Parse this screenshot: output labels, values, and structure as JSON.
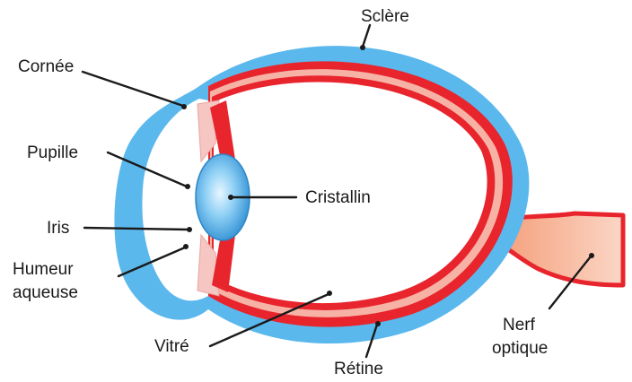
{
  "labels": {
    "sclere": "Sclère",
    "cornee": "Cornée",
    "pupille": "Pupille",
    "cristallin": "Cristallin",
    "iris": "Iris",
    "humeur_line1": "Humeur",
    "humeur_line2": "aqueuse",
    "vitre": "Vitré",
    "retine": "Rétine",
    "nerf_line1": "Nerf",
    "nerf_line2": "optique"
  },
  "colors": {
    "sclera": "#5bb8ec",
    "choroid_red": "#e8242c",
    "retina_pale": "#f7a9a2",
    "lens_blue": "#4aa6e4",
    "iris_pink": "#f5c6c2",
    "nerve": "#f6b79c"
  }
}
